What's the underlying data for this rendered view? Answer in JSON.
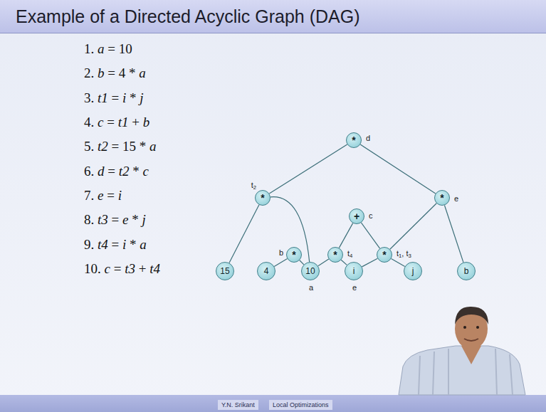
{
  "diagram": {
    "title": "Example of a Directed Acyclic Graph (DAG)",
    "nodes": [
      {
        "text": [
          "*",
          "d"
        ]
      },
      {
        "text": [
          "*",
          "t2"
        ]
      },
      {
        "text": [
          "*",
          "e"
        ]
      },
      {
        "text": [
          "+",
          "c"
        ]
      },
      {
        "text": [
          "*",
          "b"
        ]
      },
      {
        "text": [
          "*",
          "t4"
        ]
      },
      {
        "text": [
          "*",
          "t1, t3"
        ]
      },
      {
        "text": [
          "15"
        ]
      },
      {
        "text": [
          "4"
        ]
      },
      {
        "text": [
          "10",
          "a"
        ]
      },
      {
        "text": [
          "i",
          "e"
        ]
      },
      {
        "text": [
          "j"
        ]
      },
      {
        "text": [
          "b"
        ]
      }
    ],
    "edges": [
      {
        "from": 0,
        "to": 1,
        "arrow": "none"
      },
      {
        "from": 0,
        "to": 2,
        "arrow": "none"
      },
      {
        "from": 1,
        "to": 7,
        "arrow": "none"
      },
      {
        "from": 1,
        "to": 9,
        "arrow": "none"
      },
      {
        "from": 2,
        "to": 6,
        "arrow": "none"
      },
      {
        "from": 2,
        "to": 12,
        "arrow": "none"
      },
      {
        "from": 3,
        "to": 5,
        "arrow": "none"
      },
      {
        "from": 3,
        "to": 6,
        "arrow": "none"
      },
      {
        "from": 4,
        "to": 8,
        "arrow": "none"
      },
      {
        "from": 4,
        "to": 9,
        "arrow": "none"
      },
      {
        "from": 5,
        "to": 9,
        "arrow": "none"
      },
      {
        "from": 5,
        "to": 10,
        "arrow": "none"
      },
      {
        "from": 6,
        "to": 10,
        "arrow": "none"
      },
      {
        "from": 6,
        "to": 11,
        "arrow": "none"
      }
    ],
    "labels": [
      "1. a = 10",
      "2. b = 4 * a",
      "3. t1 = i * j",
      "4. c = t1 + b",
      "5. t2 = 15 * a",
      "6. d = t2 * c",
      "7. e = i",
      "8. t3 = e * j",
      "9. t4 = i * a",
      "10. c = t3 + t4",
      "Y.N. Srikant",
      "Local Optimizations"
    ]
  }
}
